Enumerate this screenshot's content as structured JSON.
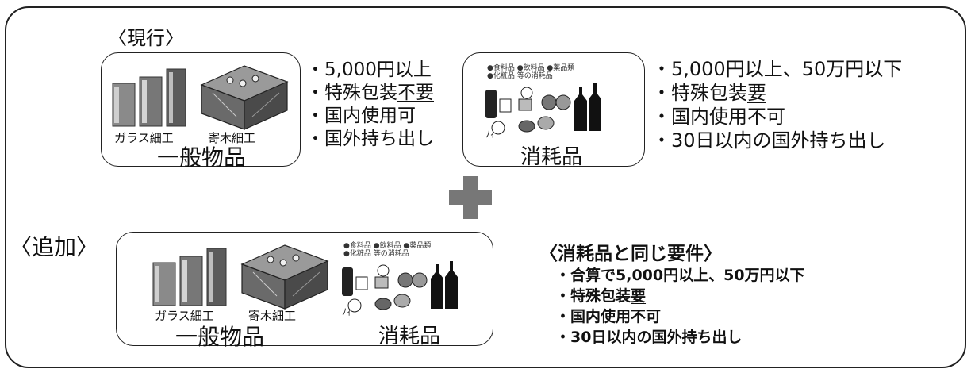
{
  "current": {
    "label": "〈現行〉",
    "general": {
      "title": "一般物品",
      "item_labels": [
        "ガラス細工",
        "寄木細工"
      ],
      "conditions": [
        {
          "text": "・5,000円以上"
        },
        {
          "prefix": "・特殊包装",
          "underline": "不要"
        },
        {
          "text": "・国内使用可"
        },
        {
          "text": "・国外持ち出し"
        }
      ]
    },
    "consumables": {
      "title": "消耗品",
      "icon_caption": [
        "●食料品 ●飲料品 ●薬品類",
        "●化粧品 等の消耗品"
      ],
      "conditions": [
        {
          "text": "・5,000円以上、50万円以下"
        },
        {
          "prefix": "・特殊包装",
          "underline": "要"
        },
        {
          "text": "・国内使用不可"
        },
        {
          "text": "・30日以内の国外持ち出し"
        }
      ]
    }
  },
  "added": {
    "label": "〈追加〉",
    "general_title": "一般物品",
    "consumables_title": "消耗品",
    "item_labels": [
      "ガラス細工",
      "寄木細工"
    ],
    "icon_caption": [
      "●食料品 ●飲料品 ●薬品類",
      "●化粧品 等の消耗品"
    ],
    "requirements_title": "〈消耗品と同じ要件〉",
    "conditions": [
      {
        "text": "・合算で5,000円以上、50万円以下"
      },
      {
        "prefix": "・特殊包装",
        "underline": "要"
      },
      {
        "text": "・国内使用不可"
      },
      {
        "text": "・30日以内の国外持ち出し"
      }
    ]
  },
  "icons": {
    "plus": "plus-icon",
    "glass": "glassware-icon",
    "box": "yosegi-box-icon",
    "consumables": "consumables-icon"
  }
}
